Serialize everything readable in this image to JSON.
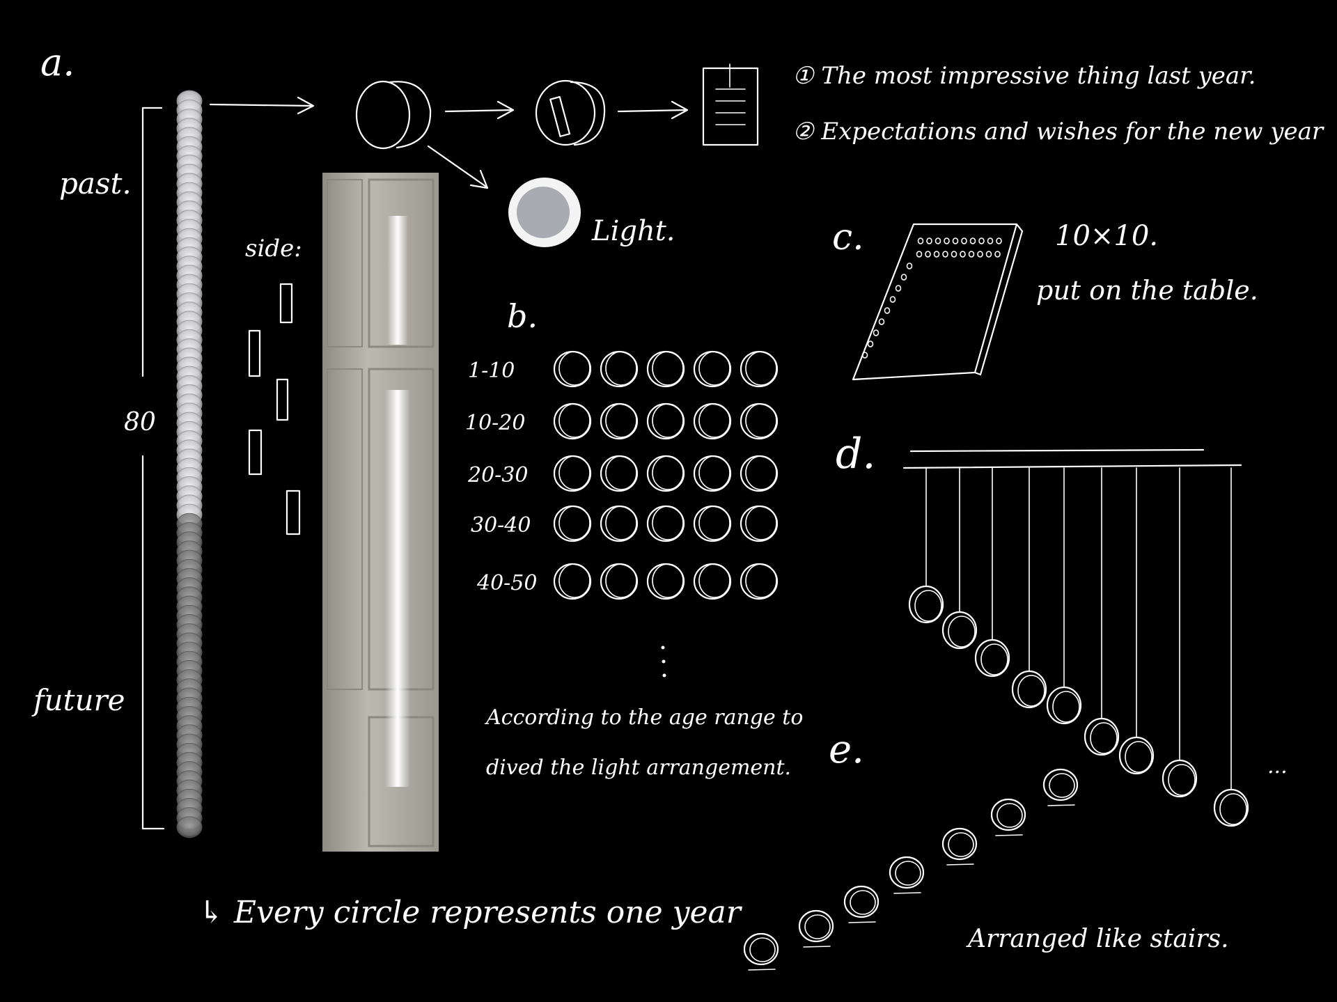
{
  "labels": {
    "a": "a.",
    "b": "b.",
    "c": "c.",
    "d": "d.",
    "e": "e.",
    "past": "past.",
    "future": "future",
    "eighty": "80",
    "side": "side:",
    "light": "Light.",
    "item1": "① The most impressive thing last year.",
    "item2": "② Expectations and wishes for the new year",
    "grid_size": "10×10.",
    "put_on_table": "put on the table.",
    "every_circle": "↳ Every circle represents one year",
    "according_1": "According to the age range to",
    "according_2": "dived the light arrangement.",
    "ellipsis_e": "...",
    "stairs": "Arranged like stairs."
  },
  "age_rows": [
    "1-10",
    "10-20",
    "20-30",
    "30-40",
    "40-50"
  ],
  "colors": {
    "background": "#000000",
    "ink": "#ffffff",
    "light_fill": "#a9abb3",
    "door": "#b8b6ad"
  }
}
